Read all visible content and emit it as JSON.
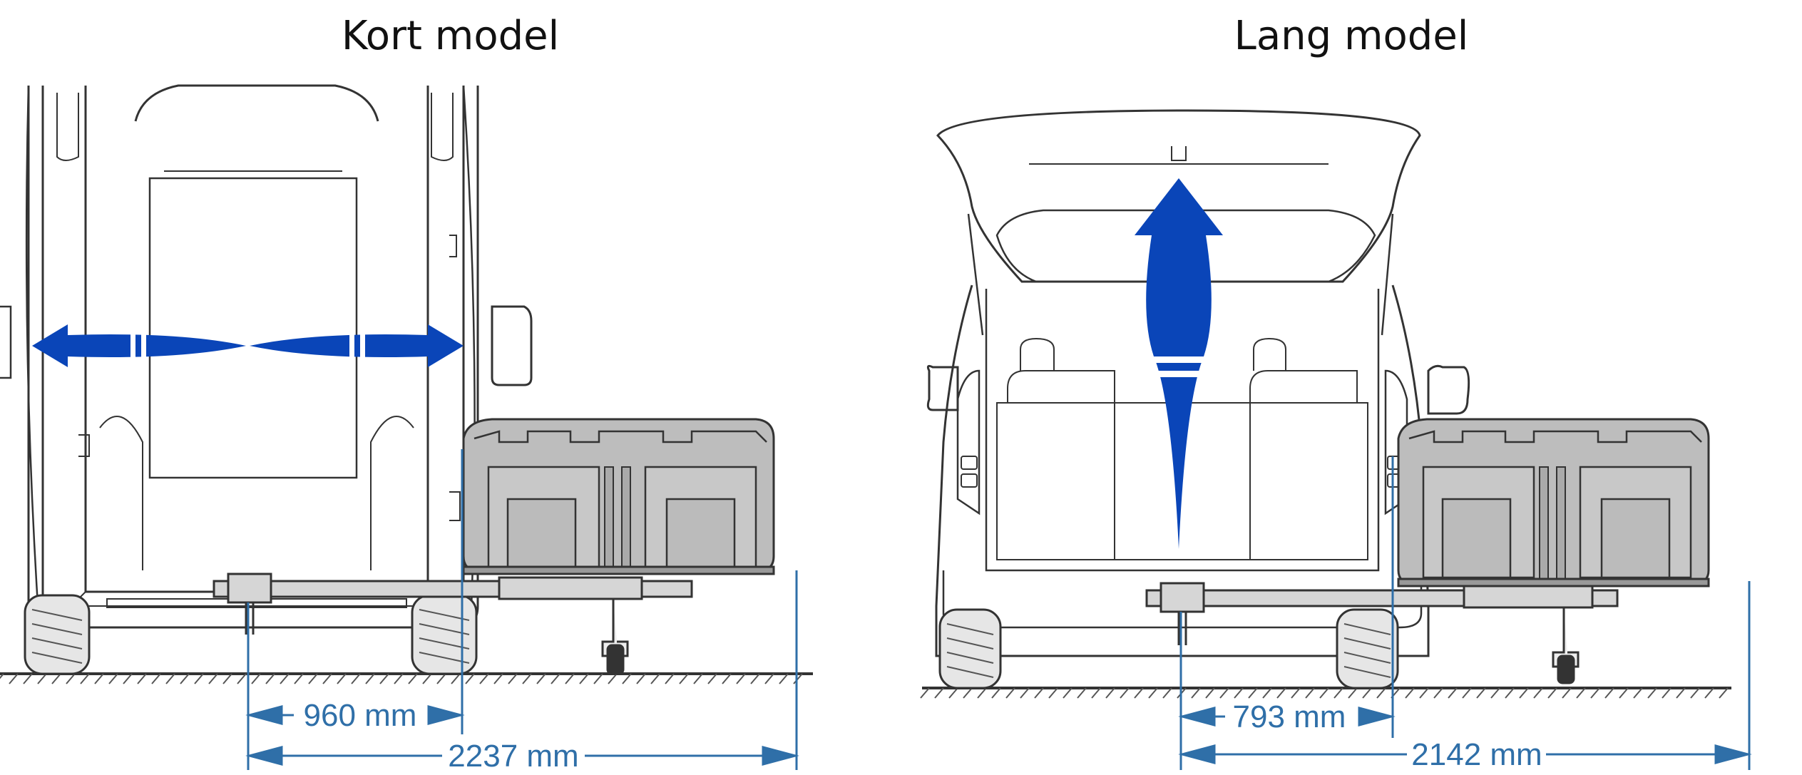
{
  "panels": [
    {
      "title": "Kort model",
      "dimensions": {
        "inner": "960 mm",
        "outer": "2237 mm"
      }
    },
    {
      "title": "Lang model",
      "dimensions": {
        "inner": "793 mm",
        "outer": "2142 mm"
      }
    }
  ],
  "colors": {
    "arrow": "#0a45b8",
    "dimension": "#2f6fa8",
    "box_fill": "#bdbdbd",
    "line": "#333333"
  }
}
